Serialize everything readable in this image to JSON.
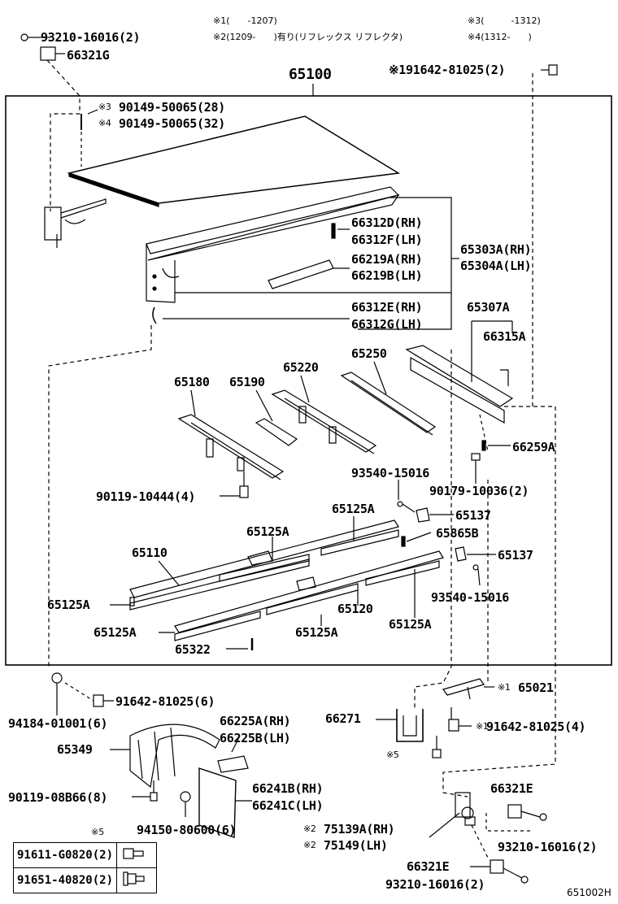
{
  "notes": {
    "n1": "※1(　　-1207)",
    "n2": "※2(1209-　　)有り(リフレックス リフレクタ)",
    "n3": "※3(　　　-1312)",
    "n4": "※4(1312-　　)"
  },
  "main_assembly": "65100",
  "diagram_code": "651002H",
  "parts": {
    "p93210_top": "93210-16016(2)",
    "p66321G": "66321G",
    "p91642_top": "※191642-81025(2)",
    "p90149_a": "90149-50065(28)",
    "p90149_b": "90149-50065(32)",
    "p66312D": "66312D(RH)",
    "p66312F": "66312F(LH)",
    "p65303A": "65303A(RH)",
    "p65304A": "65304A(LH)",
    "p66219A": "66219A(RH)",
    "p66219B": "66219B(LH)",
    "p66312E": "66312E(RH)",
    "p66312G": "66312G(LH)",
    "p65307A": "65307A",
    "p66315A": "66315A",
    "p65250": "65250",
    "p65220": "65220",
    "p65180": "65180",
    "p65190": "65190",
    "p66259A": "66259A",
    "p93540_a": "93540-15016",
    "p90179": "90179-10036(2)",
    "p90119_a": "90119-10444(4)",
    "p65125A_1": "65125A",
    "p65137_a": "65137",
    "p65125A_2": "65125A",
    "p65865B": "65865B",
    "p65110": "65110",
    "p65137_b": "65137",
    "p93540_b": "93540-15016",
    "p65125A_3": "65125A",
    "p65120": "65120",
    "p65125A_4": "65125A",
    "p65125A_5": "65125A",
    "p65125A_6": "65125A",
    "p65322": "65322",
    "p65021": "65021",
    "p91642_mid": "91642-81025(6)",
    "p94184": "94184-01001(6)",
    "p66271": "66271",
    "p91642_low": "91642-81025(4)",
    "p66225A": "66225A(RH)",
    "p66225B": "66225B(LH)",
    "p65349": "65349",
    "p66241B": "66241B(RH)",
    "p66241C": "66241C(LH)",
    "p90119_b": "90119-08B66(8)",
    "p94150": "94150-80600(6)",
    "p66321E_a": "66321E",
    "p93210_a": "93210-16016(2)",
    "p75139A": "75139A(RH)",
    "p75149": "75149(LH)",
    "p66321E_b": "66321E",
    "p93210_b": "93210-16016(2)"
  },
  "markers": {
    "m3": "※3",
    "m4": "※4",
    "m1_65021": "※1",
    "m1_low": "※1",
    "m5": "※5",
    "m2a": "※2",
    "m2b": "※2"
  },
  "legend": {
    "title": "※5",
    "rows": [
      {
        "part": "91611-G0820(2)"
      },
      {
        "part": "91651-40820(2)"
      }
    ]
  }
}
